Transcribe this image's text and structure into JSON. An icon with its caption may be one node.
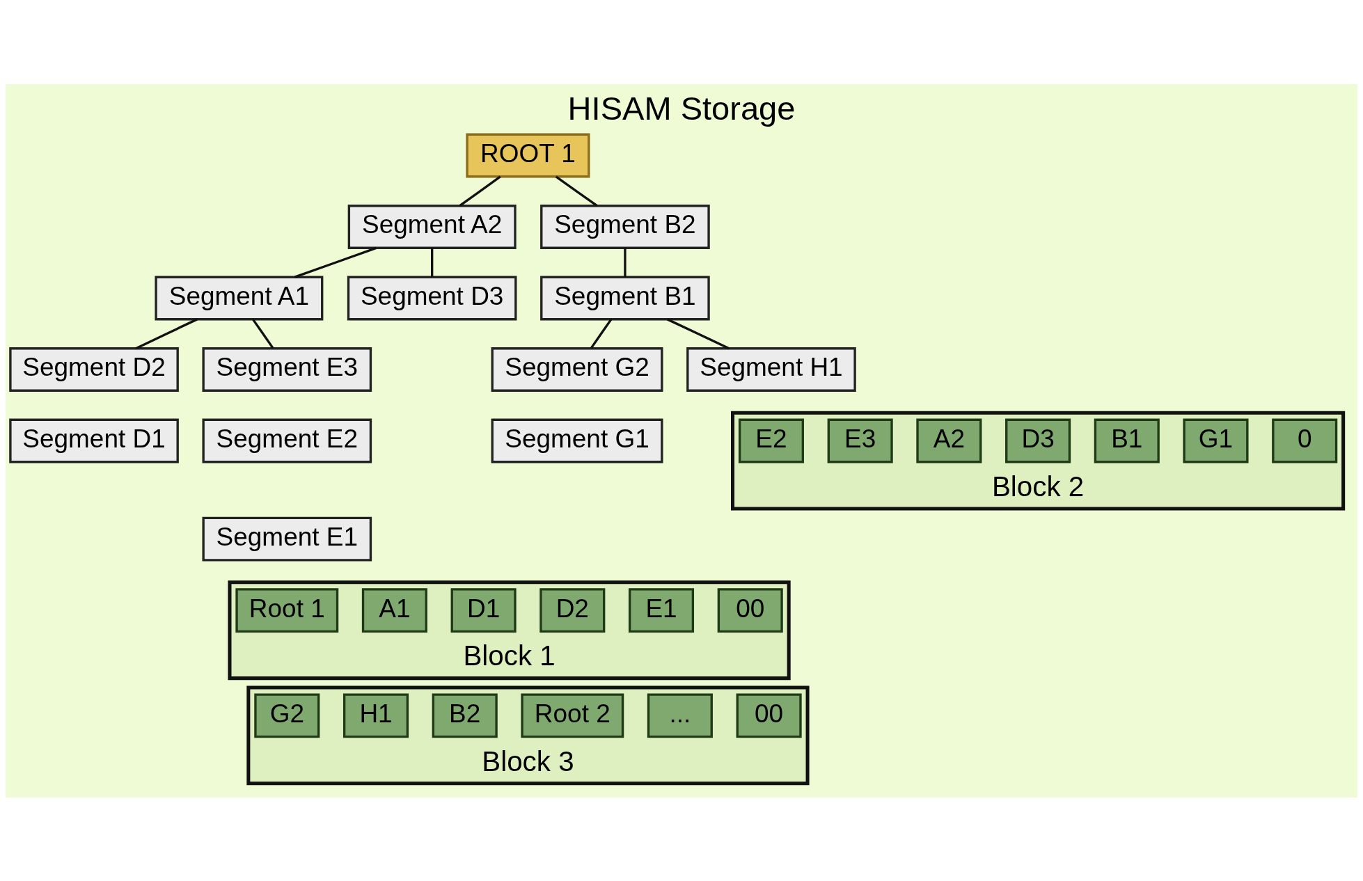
{
  "diagram": {
    "title": "HISAM Storage",
    "nodes": [
      {
        "text": [
          "ROOT 1"
        ]
      },
      {
        "text": [
          "Segment A2"
        ]
      },
      {
        "text": [
          "Segment B2"
        ]
      },
      {
        "text": [
          "Segment A1"
        ]
      },
      {
        "text": [
          "Segment D3"
        ]
      },
      {
        "text": [
          "Segment B1"
        ]
      },
      {
        "text": [
          "Segment D2"
        ]
      },
      {
        "text": [
          "Segment E3"
        ]
      },
      {
        "text": [
          "Segment G2"
        ]
      },
      {
        "text": [
          "Segment H1"
        ]
      },
      {
        "text": [
          "Segment D1"
        ]
      },
      {
        "text": [
          "Segment E2"
        ]
      },
      {
        "text": [
          "Segment G1"
        ]
      },
      {
        "text": [
          "Segment E1"
        ]
      },
      {
        "text": [
          "Block 1"
        ]
      },
      {
        "text": [
          "Root 1"
        ],
        "in": 14
      },
      {
        "text": [
          "A1"
        ],
        "in": 14
      },
      {
        "text": [
          "D1"
        ],
        "in": 14
      },
      {
        "text": [
          "D2"
        ],
        "in": 14
      },
      {
        "text": [
          "E1"
        ],
        "in": 14
      },
      {
        "text": [
          "00"
        ],
        "in": 14
      },
      {
        "text": [
          "Block 2"
        ]
      },
      {
        "text": [
          "E2"
        ],
        "in": 21
      },
      {
        "text": [
          "E3"
        ],
        "in": 21
      },
      {
        "text": [
          "A2"
        ],
        "in": 21
      },
      {
        "text": [
          "D3"
        ],
        "in": 21
      },
      {
        "text": [
          "B1"
        ],
        "in": 21
      },
      {
        "text": [
          "G1"
        ],
        "in": 21
      },
      {
        "text": [
          "0"
        ],
        "in": 21
      },
      {
        "text": [
          "Block 3"
        ]
      },
      {
        "text": [
          "G2"
        ],
        "in": 29
      },
      {
        "text": [
          "H1"
        ],
        "in": 29
      },
      {
        "text": [
          "B2"
        ],
        "in": 29
      },
      {
        "text": [
          "Root 2"
        ],
        "in": 29
      },
      {
        "text": [
          "..."
        ],
        "in": 29
      },
      {
        "text": [
          "00"
        ],
        "in": 29
      }
    ],
    "edges": [
      {
        "from": 0,
        "to": 1,
        "arrow": "none"
      },
      {
        "from": 0,
        "to": 2,
        "arrow": "none"
      },
      {
        "from": 1,
        "to": 3,
        "arrow": "none"
      },
      {
        "from": 1,
        "to": 4,
        "arrow": "none"
      },
      {
        "from": 3,
        "to": 6,
        "arrow": "none"
      },
      {
        "from": 3,
        "to": 7,
        "arrow": "none"
      },
      {
        "from": 2,
        "to": 5,
        "arrow": "none"
      },
      {
        "from": 5,
        "to": 8,
        "arrow": "none"
      },
      {
        "from": 5,
        "to": 9,
        "arrow": "none"
      }
    ]
  }
}
